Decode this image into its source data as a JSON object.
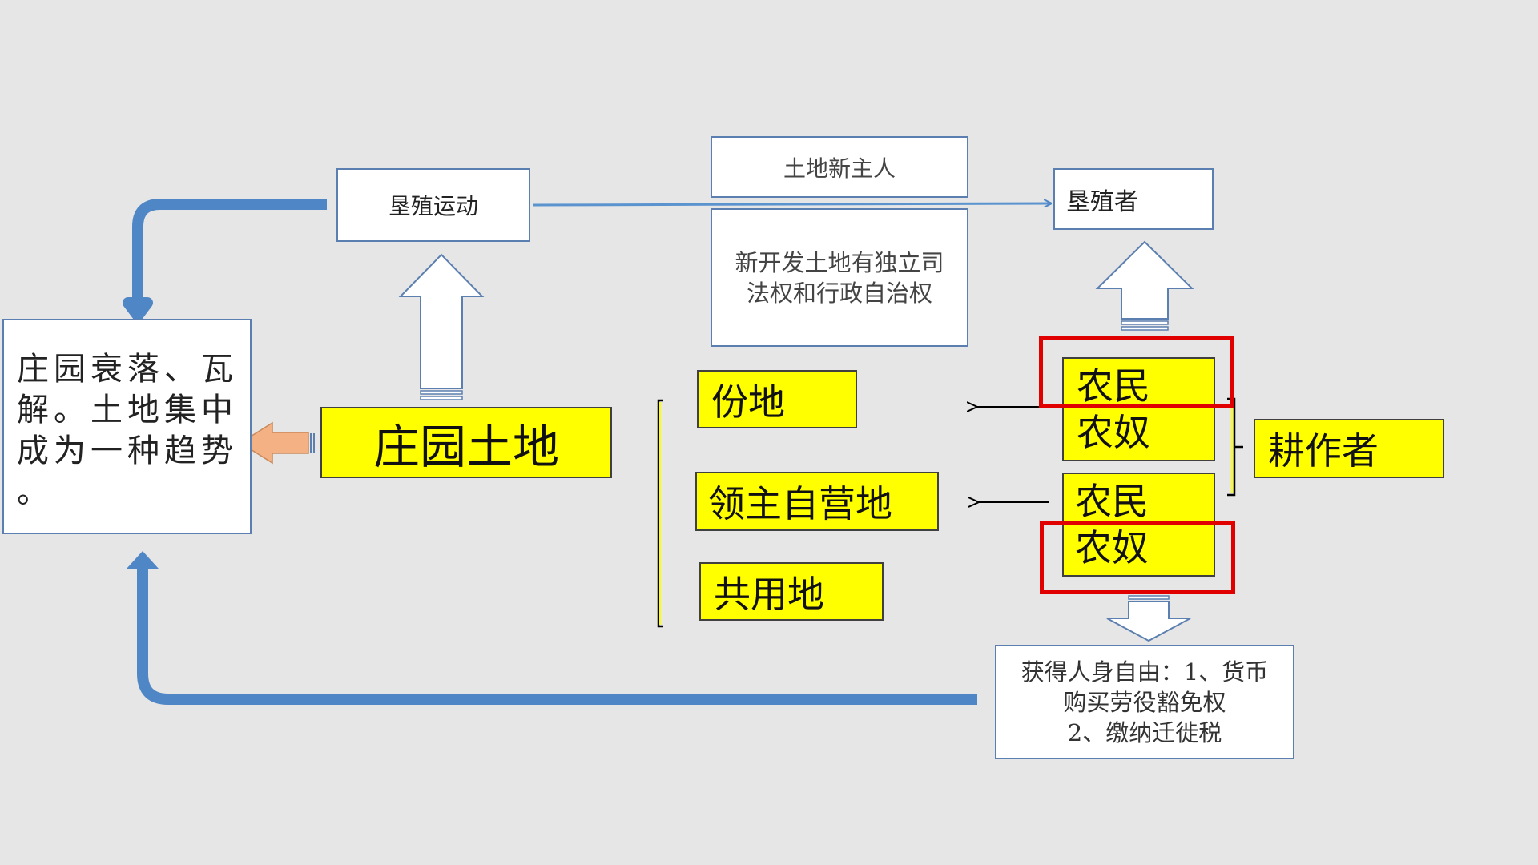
{
  "nodes": {
    "reclamation": "垦殖运动",
    "new_owner": "土地新主人",
    "autonomy": "新开发土地有独立司法权和行政自治权",
    "autonomy_lines": [
      "新开发土地有独立司",
      "法权和行政自治权"
    ],
    "settlers": "垦殖者",
    "decline_lines": [
      "庄园衰落、瓦",
      "解。土地集中",
      "成为一种趋势",
      "。"
    ],
    "manor_land": "庄园土地",
    "allotment": "份地",
    "demesne": "领主自营地",
    "common_land": "共用地",
    "group1_peasant": "农民",
    "group1_serf": "农奴",
    "group2_peasant": "农民",
    "group2_serf": "农奴",
    "cultivators": "耕作者",
    "freedom_lines": [
      "获得人身自由：1、货币",
      "购买劳役豁免权",
      "2、缴纳迁徙税"
    ]
  },
  "colors": {
    "background": "#e6e6e6",
    "highlight": "#ffff00",
    "flow_arrow": "#4f86c6",
    "side_arrow": "#f4b183",
    "emphasis": "#e00000"
  }
}
